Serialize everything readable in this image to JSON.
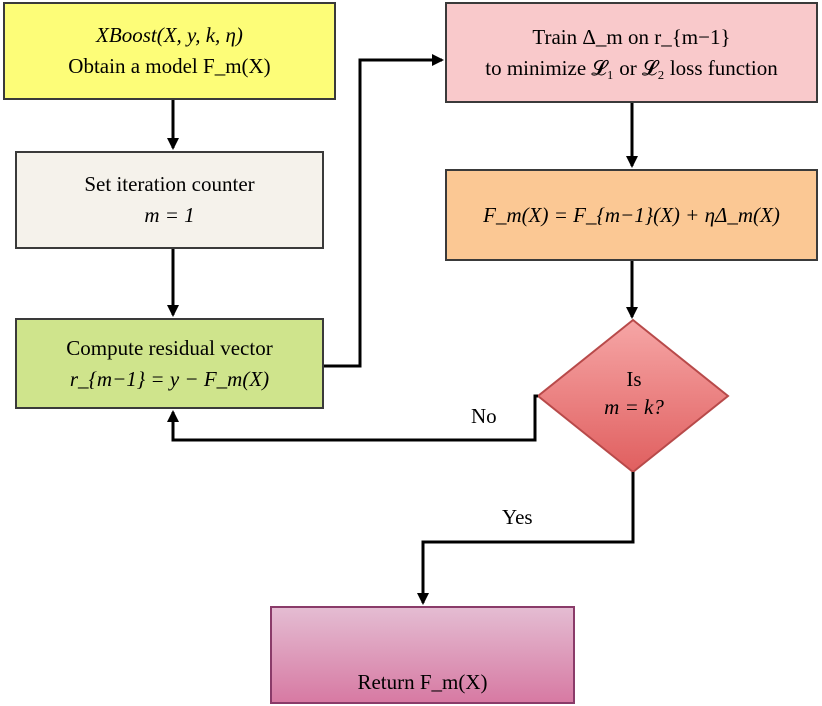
{
  "nodes": {
    "xboost": {
      "line1": "XBoost(X, y, k, η)",
      "line2": "Obtain a model F_m(X)"
    },
    "set_counter": {
      "line1": "Set iteration counter",
      "line2": "m = 1"
    },
    "residual": {
      "line1": "Compute residual vector",
      "line2": "r_{m−1} = y − F_m(X)"
    },
    "train": {
      "line1": "Train  Δ_m  on  r_{m−1}",
      "line2": "to minimize  𝓛₁  or  𝓛₂ loss function"
    },
    "update": {
      "line1": "F_m(X) = F_{m−1}(X) + ηΔ_m(X)"
    },
    "decision": {
      "line1": "Is",
      "line2": "m = k?"
    },
    "return": {
      "line1": "Return F_m(X)"
    }
  },
  "edges": {
    "no_label": "No",
    "yes_label": "Yes"
  },
  "colors": {
    "xboost": "#fdfd78",
    "set_counter": "#f5f2eb",
    "residual": "#cfe48c",
    "train": "#f9c9cb",
    "update": "#fbc894",
    "decision": "#e86f6f",
    "return": "#d77aa3"
  }
}
